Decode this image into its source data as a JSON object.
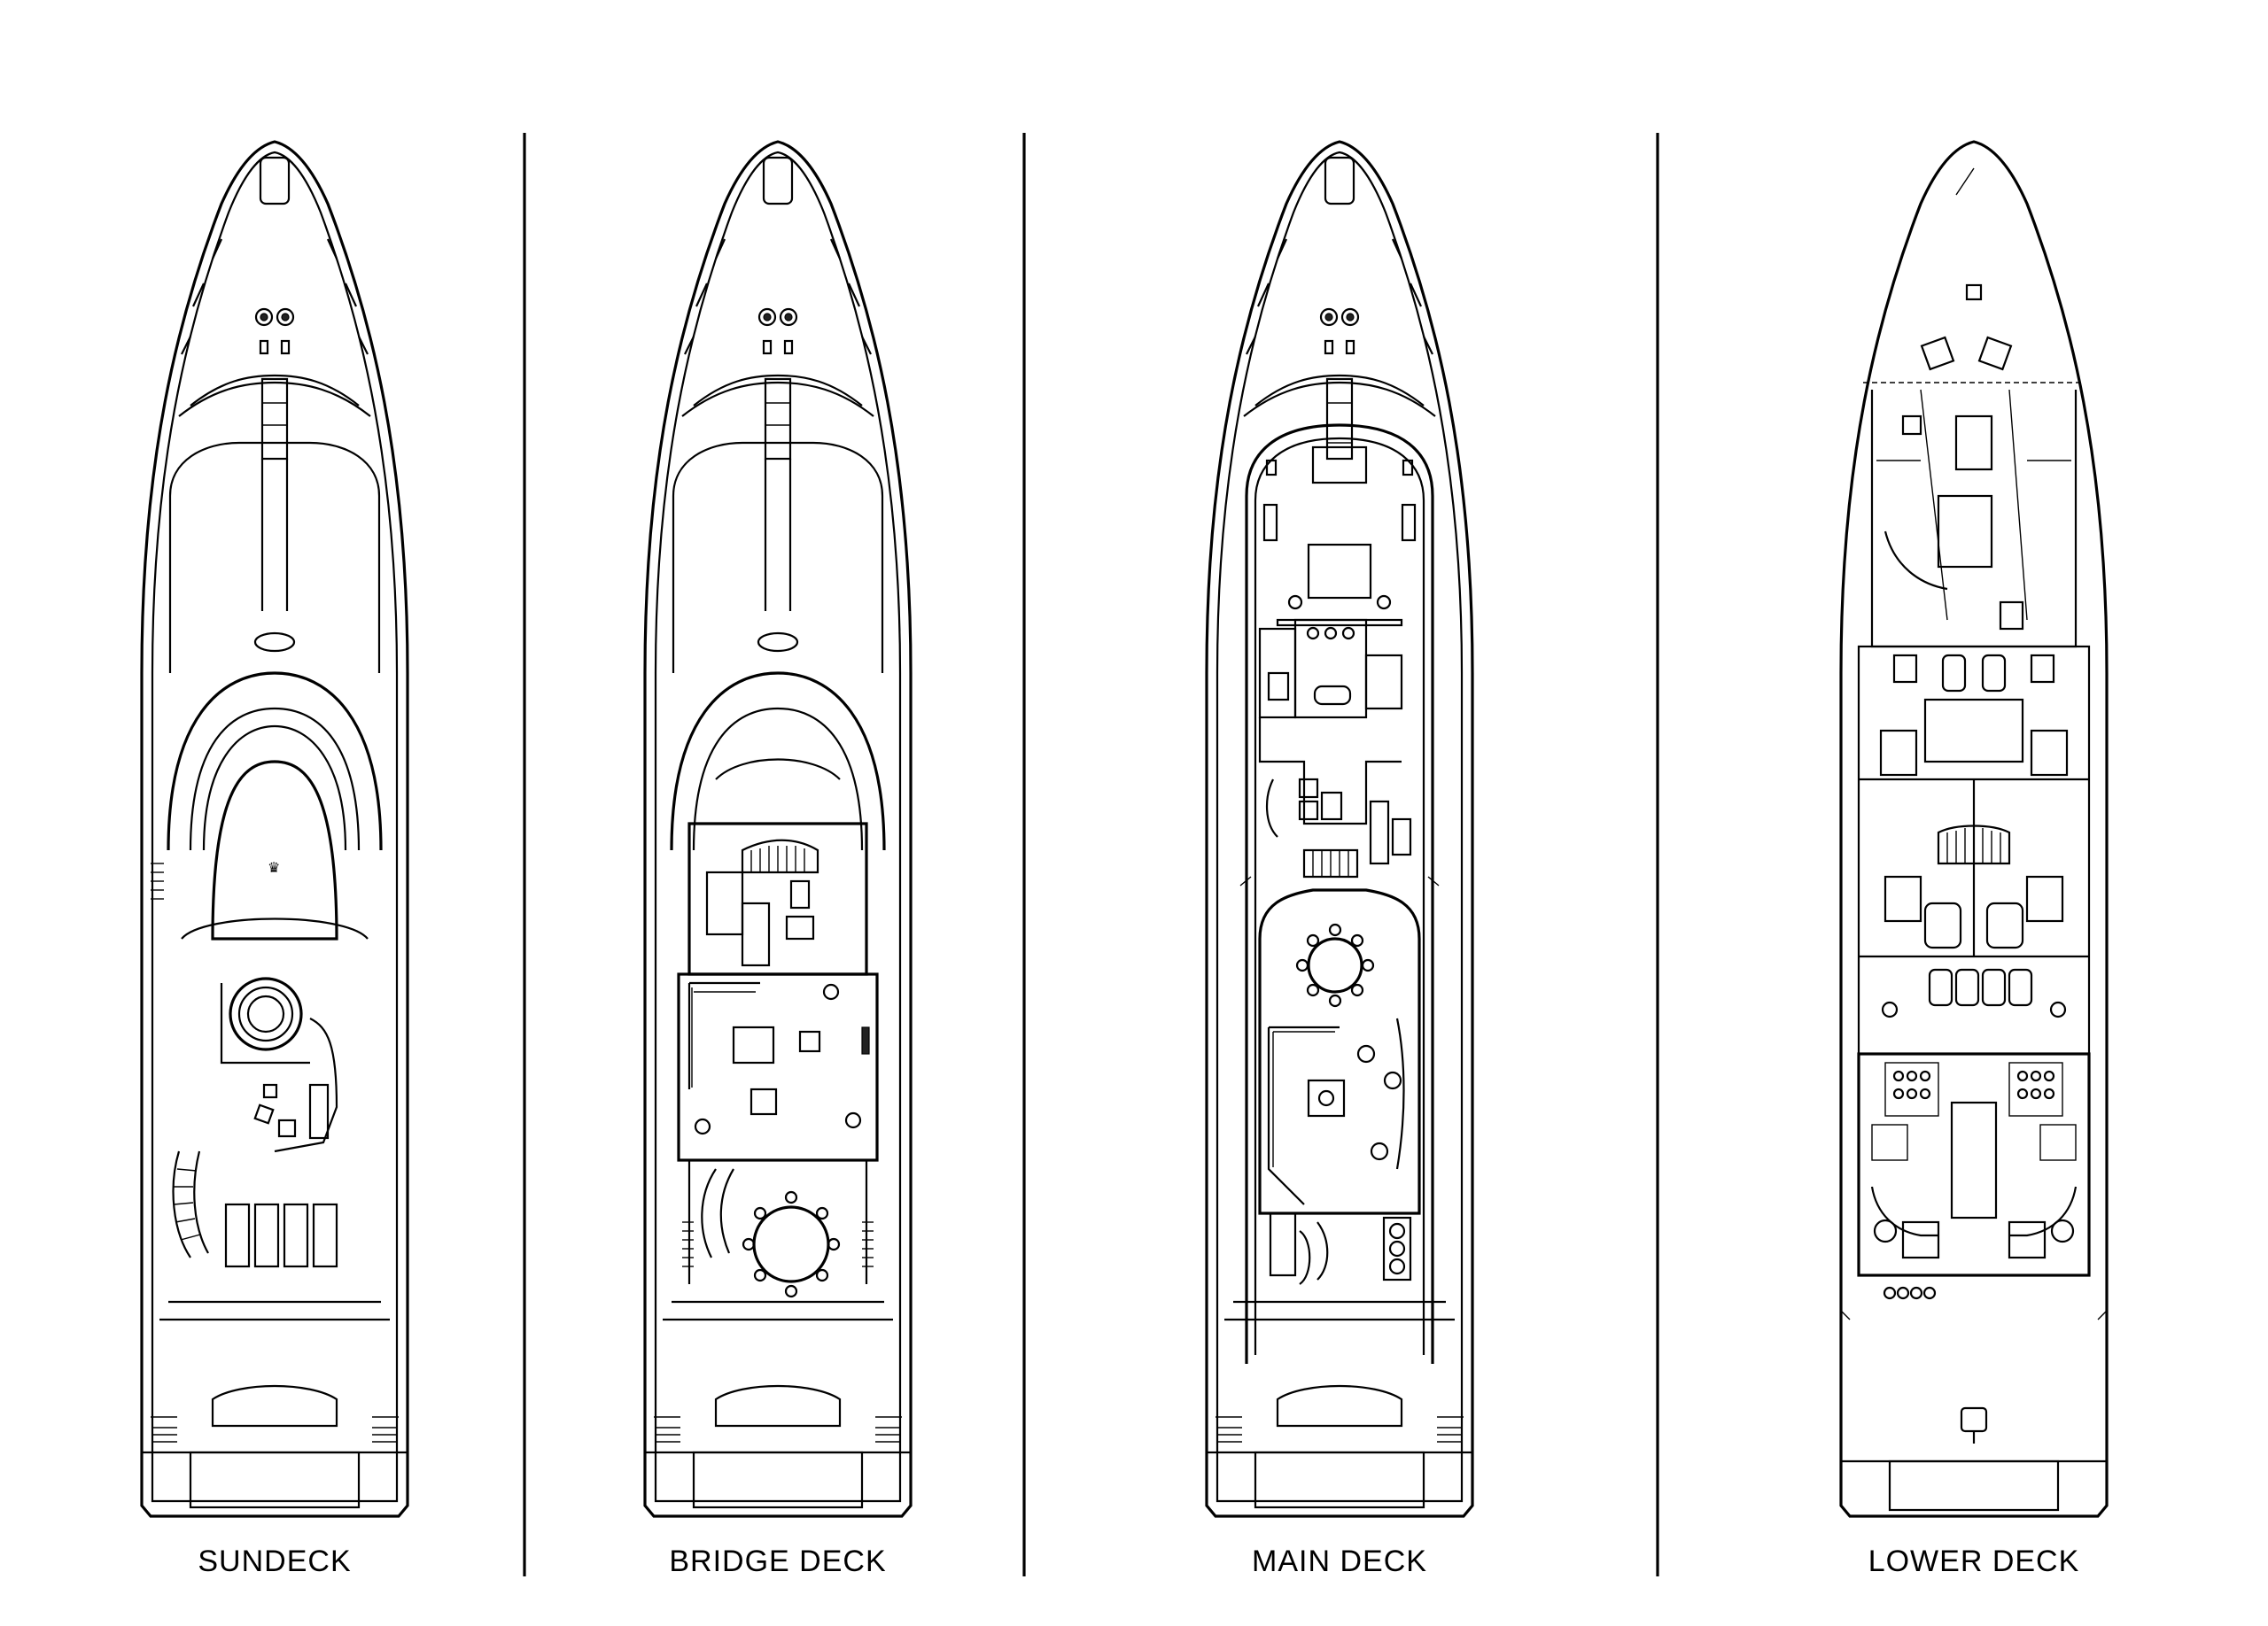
{
  "decks": [
    {
      "id": "sundeck",
      "label": "SUNDECK"
    },
    {
      "id": "bridge-deck",
      "label": "BRIDGE DECK"
    },
    {
      "id": "main-deck",
      "label": "MAIN DECK"
    },
    {
      "id": "lower-deck",
      "label": "LOWER DECK"
    }
  ],
  "colors": {
    "line": "#000000",
    "background": "#ffffff"
  }
}
